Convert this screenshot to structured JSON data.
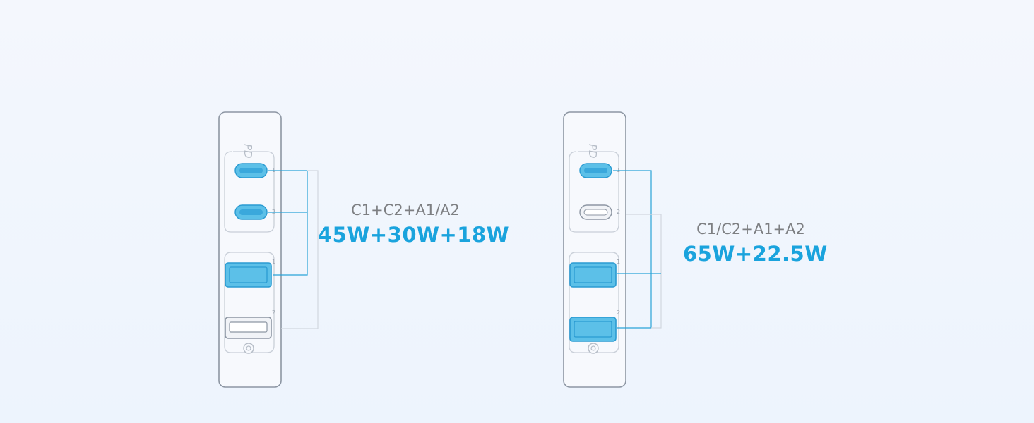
{
  "colors": {
    "active_port": "#5cc0e8",
    "active_port_outline": "#2a9bd2",
    "inactive_port": "#f1f3f7",
    "housing_outline": "#8d96a3",
    "connector_line": "#29a3d8",
    "text_gray": "#7d7f82",
    "text_blue": "#1aa3dd"
  },
  "charger_left": {
    "pd_logo": "PD",
    "port_numbers": {
      "c1": "1",
      "c2": "2",
      "a1": "1",
      "a2": "2"
    },
    "combo_ports": "C1+C2+A1/A2",
    "combo_watts": "45W+30W+18W",
    "active": {
      "c1": true,
      "c2": true,
      "a1": true,
      "a2": false
    }
  },
  "charger_right": {
    "pd_logo": "PD",
    "port_numbers": {
      "c1": "1",
      "c2": "2",
      "a1": "1",
      "a2": "2"
    },
    "combo_ports": "C1/C2+A1+A2",
    "combo_watts": "65W+22.5W",
    "active": {
      "c1": true,
      "c2": false,
      "a1": true,
      "a2": true
    }
  }
}
